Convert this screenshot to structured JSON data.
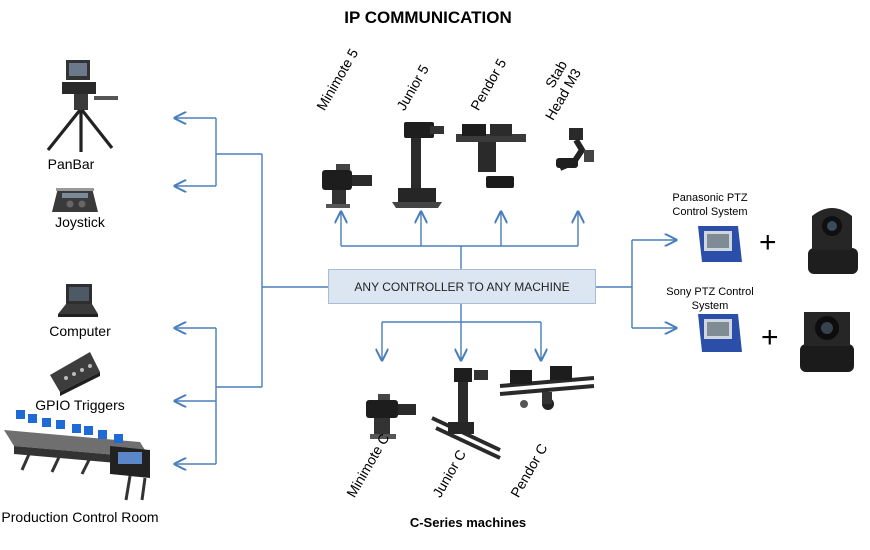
{
  "title": "IP COMMUNICATION",
  "hub_label": "ANY CONTROLLER TO ANY MACHINE",
  "controllers": [
    {
      "label": "PanBar",
      "icon": "panbar-tripod-icon"
    },
    {
      "label": "Joystick",
      "icon": "joystick-panel-icon"
    },
    {
      "label": "Computer",
      "icon": "laptop-icon"
    },
    {
      "label": "GPIO Triggers",
      "icon": "gpio-panel-icon"
    },
    {
      "label": "Production Control Room",
      "icon": "control-room-desk-icon"
    }
  ],
  "top_machines": [
    {
      "label": "Minimote 5",
      "icon": "camera-head-icon"
    },
    {
      "label": "Junior 5",
      "icon": "pedestal-camera-icon"
    },
    {
      "label": "Pendor 5",
      "icon": "pendor-camera-icon"
    },
    {
      "label": "Stab Head M3",
      "icon": "stab-head-icon"
    }
  ],
  "c_series": {
    "caption": "C-Series machines",
    "machines": [
      {
        "label": "Minimote C",
        "icon": "camera-head-icon"
      },
      {
        "label": "Junior C",
        "icon": "track-pedestal-icon"
      },
      {
        "label": "Pendor C",
        "icon": "track-dolly-icon"
      }
    ]
  },
  "ptz_systems": [
    {
      "label": "Panasonic PTZ Control System",
      "plus": "+",
      "icon": "ptz-camera-icon"
    },
    {
      "label": "Sony PTZ Control System",
      "plus": "+",
      "icon": "ptz-camera-icon"
    }
  ],
  "colors": {
    "arrow": "#4a7ebb",
    "hub_fill": "#dce6f2",
    "box_blue": "#2b4fa8"
  }
}
